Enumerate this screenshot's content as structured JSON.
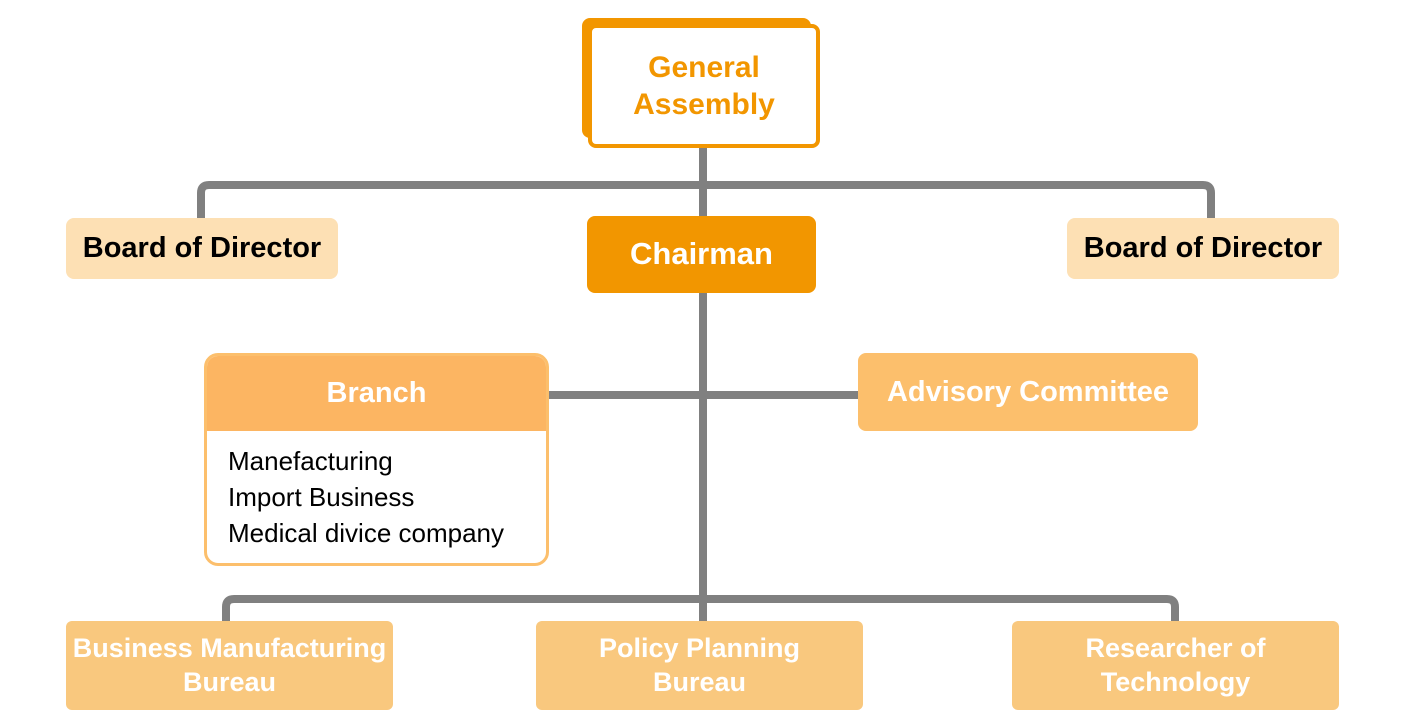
{
  "general_assembly": {
    "line1": "General",
    "line2": "Assembly"
  },
  "board_left": "Board of Director",
  "board_right": "Board of Director",
  "chairman": "Chairman",
  "branch": {
    "title": "Branch",
    "items": [
      "Manefacturing",
      "Import Business",
      "Medical divice company"
    ]
  },
  "advisory": "Advisory Committee",
  "bureaus": [
    {
      "line1": "Business Manufacturing",
      "line2": "Bureau"
    },
    {
      "line1": "Policy Planning",
      "line2": "Bureau"
    },
    {
      "line1": "Researcher of",
      "line2": "Technology"
    }
  ],
  "colors": {
    "primary_orange": "#f29600",
    "light_peach": "#fde0b4",
    "mid_orange": "#fcbf6c",
    "bureau_orange": "#f9c87e",
    "connector_gray": "#808080"
  }
}
